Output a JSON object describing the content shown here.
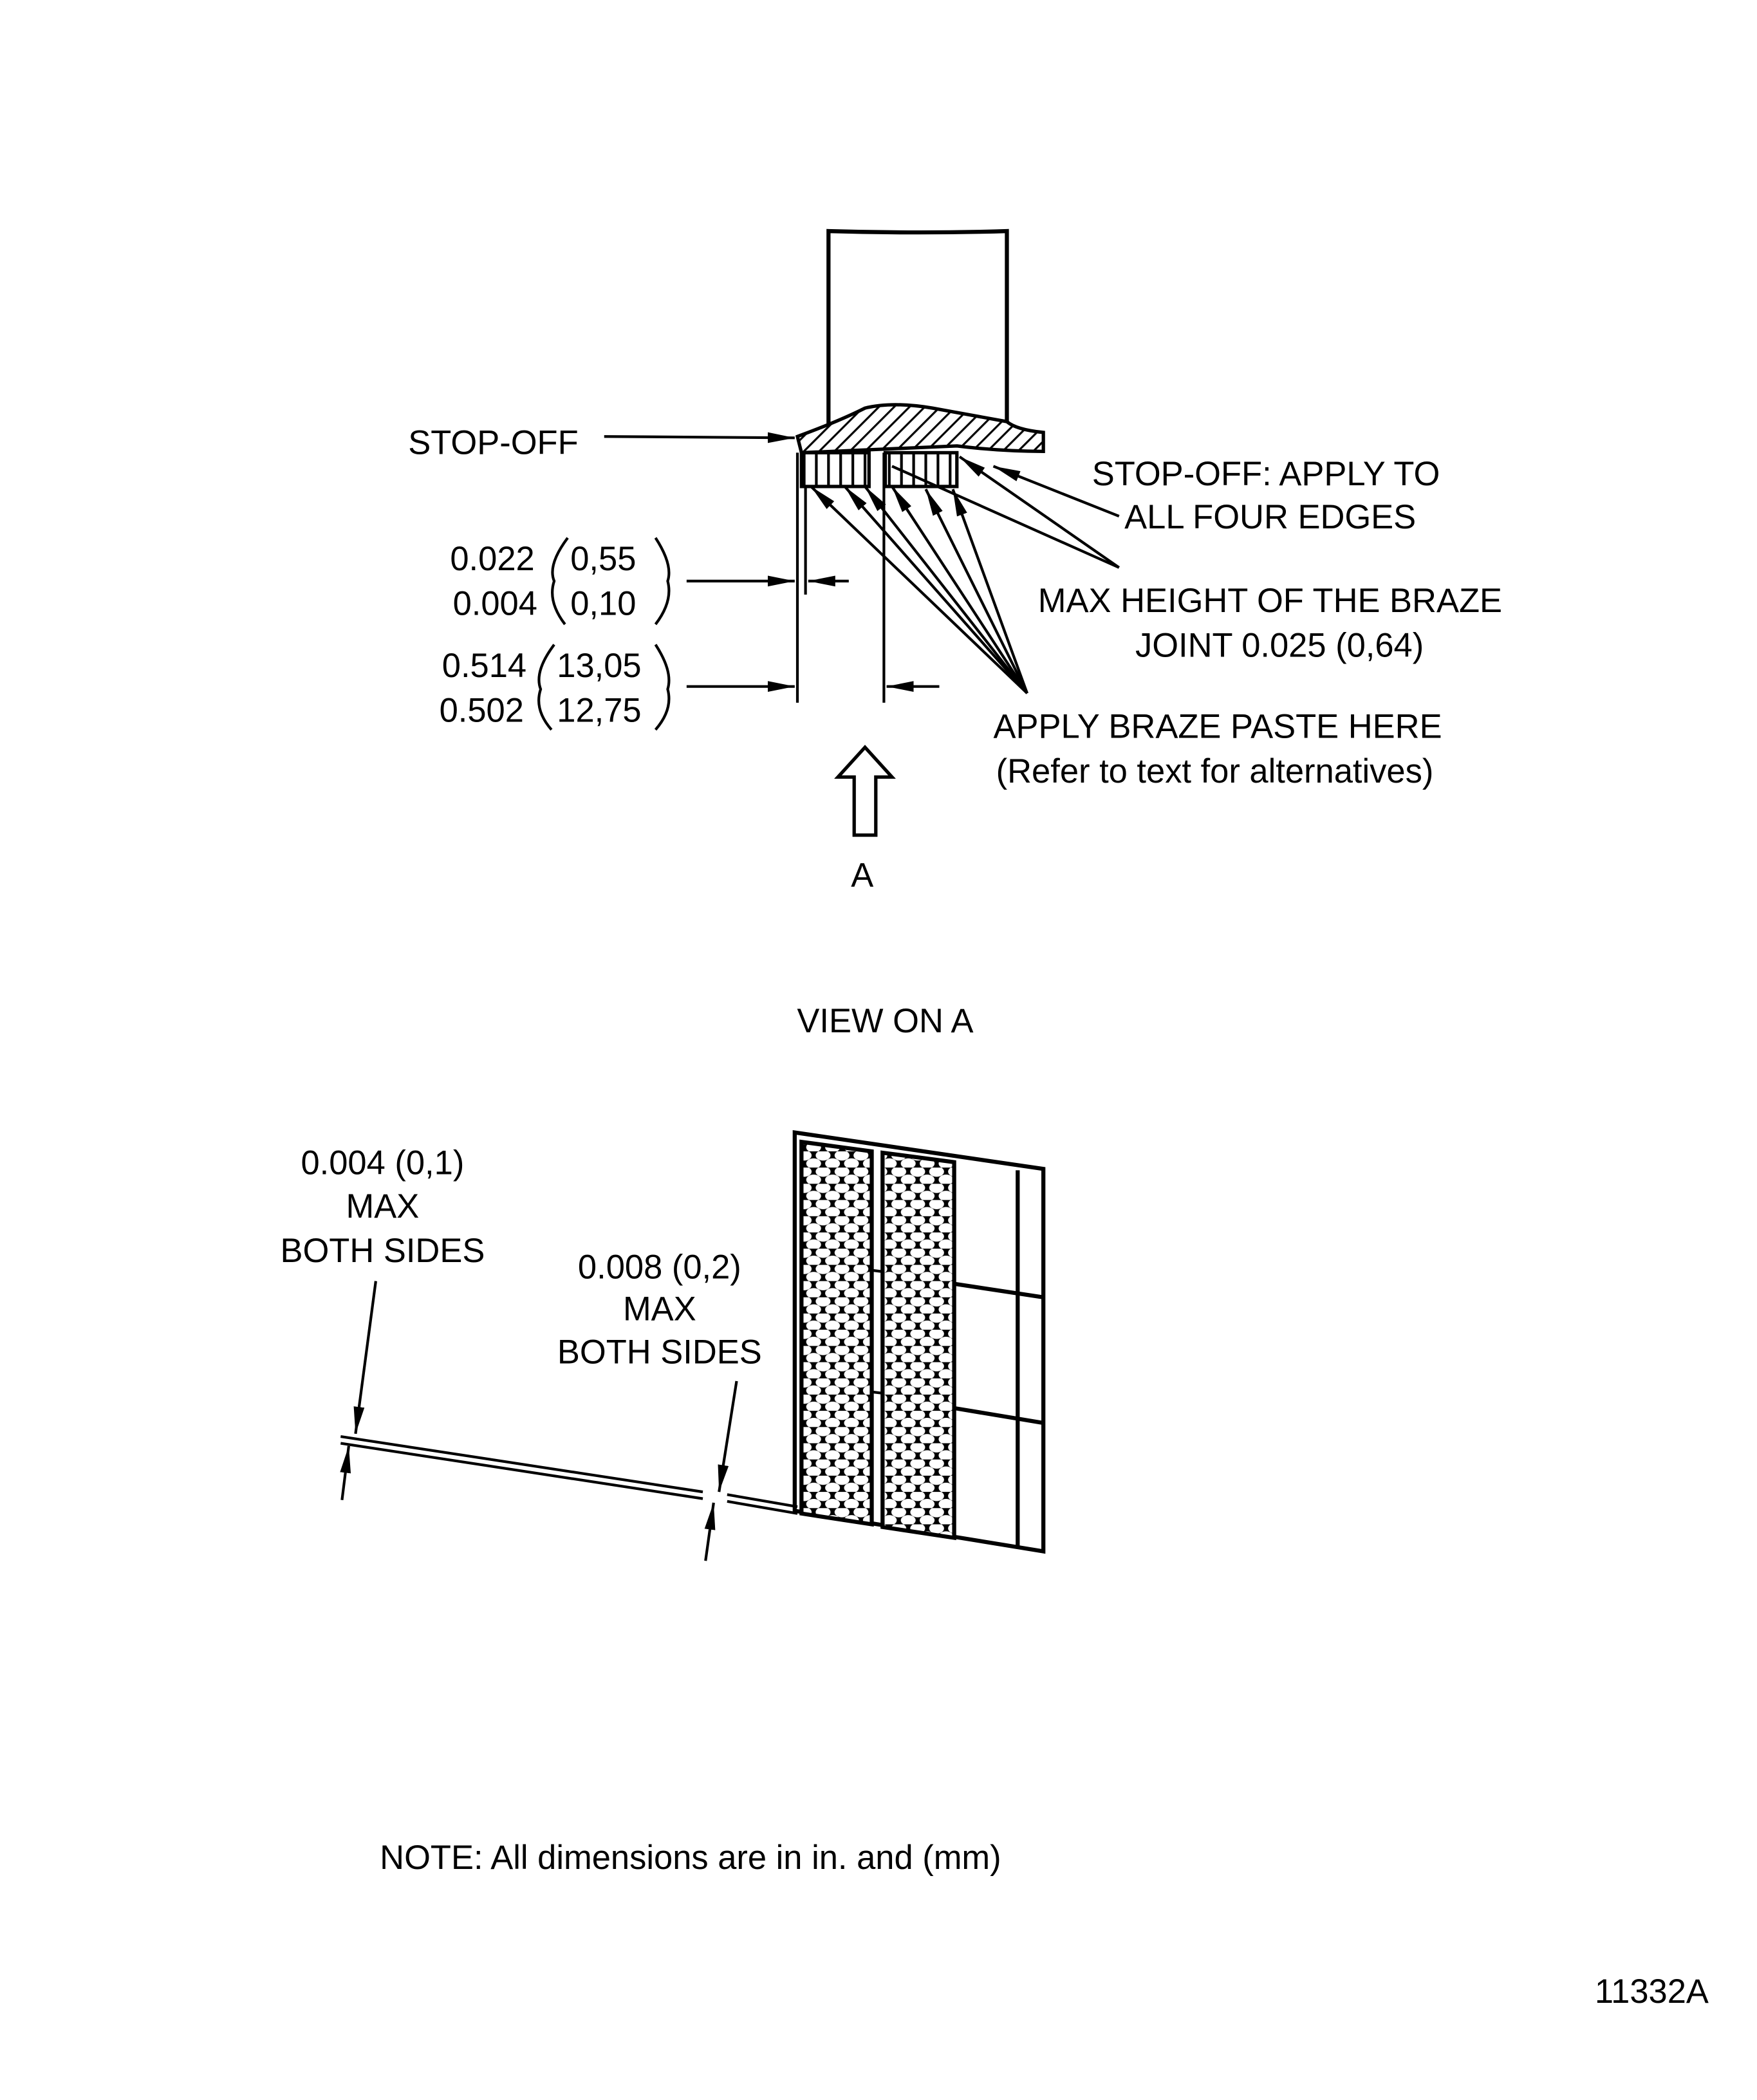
{
  "top_view": {
    "stop_off_label": "STOP-OFF",
    "stop_off_edges_line1": "STOP-OFF: APPLY TO",
    "stop_off_edges_line2": "ALL FOUR EDGES",
    "max_height_line1": "MAX HEIGHT OF THE BRAZE",
    "max_height_line2": "JOINT 0.025 (0,64)",
    "apply_paste_line1": "APPLY BRAZE PASTE HERE",
    "apply_paste_line2": "(Refer to text for alternatives)",
    "dim1_in_max": "0.022",
    "dim1_in_min": "0.004",
    "dim1_mm_max": "0,55",
    "dim1_mm_min": "0,10",
    "dim2_in_max": "0.514",
    "dim2_in_min": "0.502",
    "dim2_mm_max": "13,05",
    "dim2_mm_min": "12,75",
    "view_arrow_label": "A"
  },
  "bottom_view": {
    "title": "VIEW ON A",
    "gap1_line1": "0.004 (0,1)",
    "gap1_line2": "MAX",
    "gap1_line3": "BOTH SIDES",
    "gap2_line1": "0.008 (0,2)",
    "gap2_line2": "MAX",
    "gap2_line3": "BOTH SIDES"
  },
  "note": "NOTE: All dimensions are in in. and (mm)",
  "figure_number": "11332A"
}
